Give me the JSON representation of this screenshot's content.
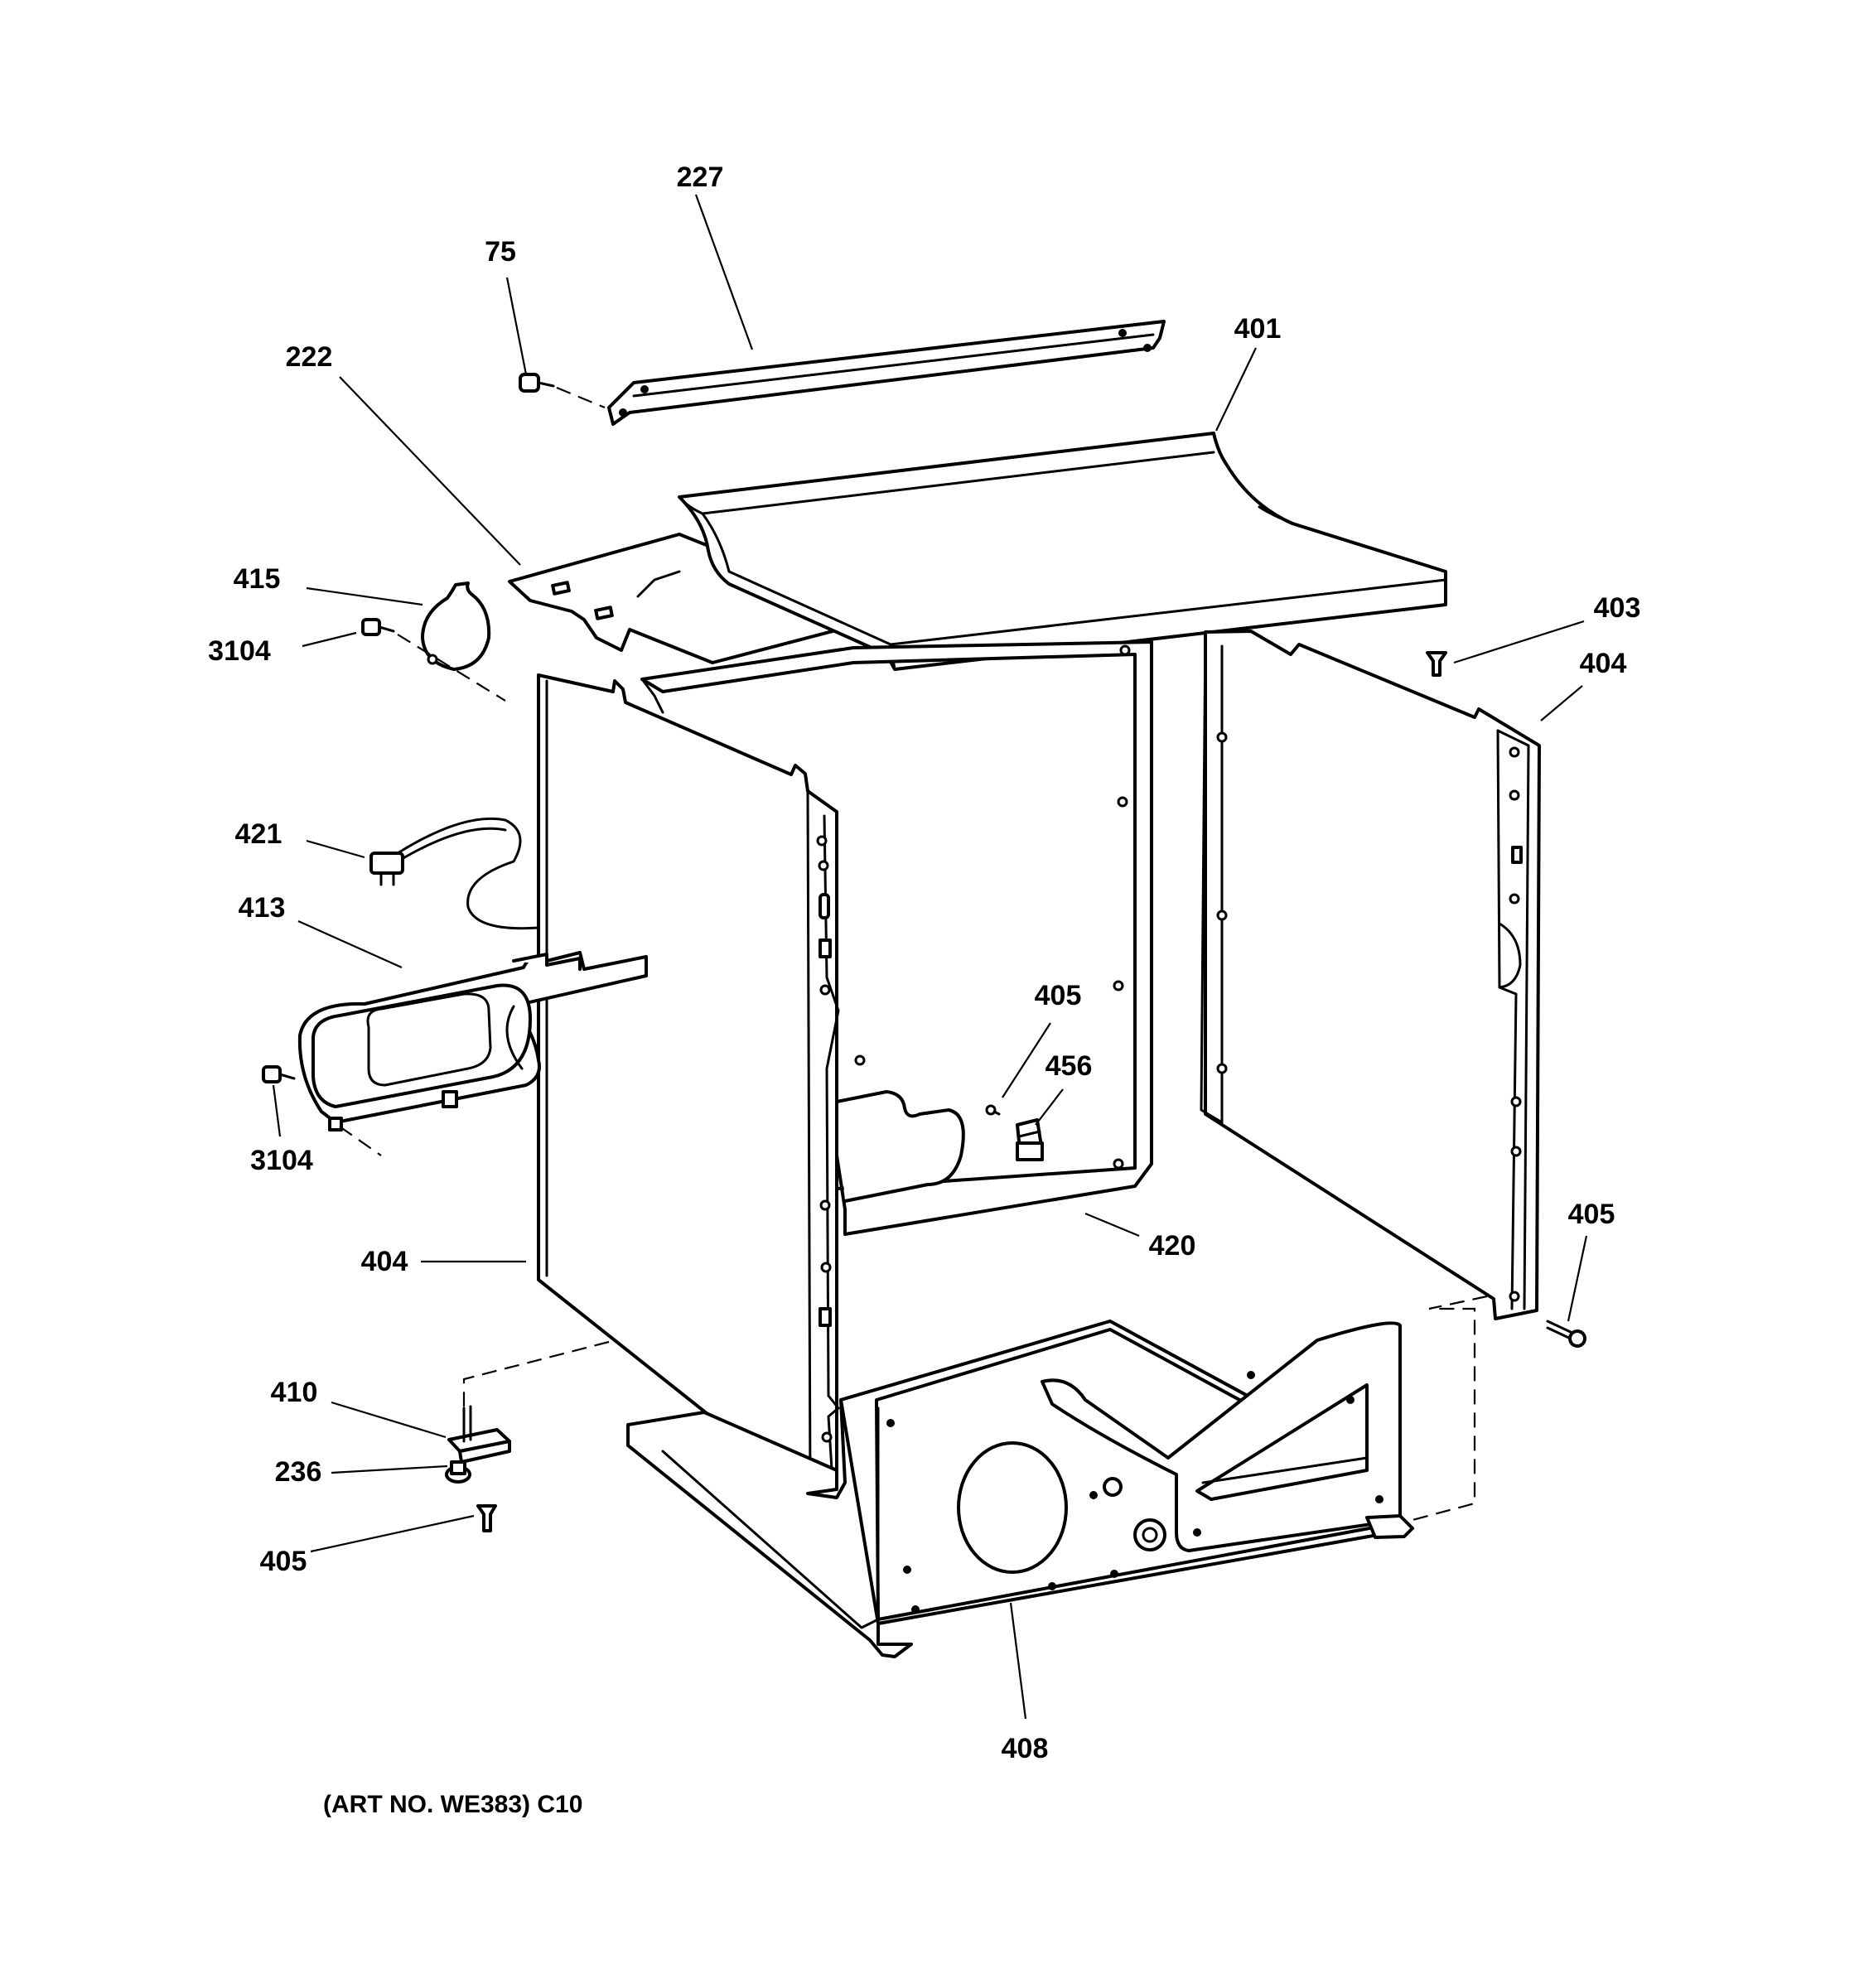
{
  "callouts": {
    "c227": "227",
    "c75": "75",
    "c401": "401",
    "c222": "222",
    "c415": "415",
    "c3104_top": "3104",
    "c403": "403",
    "c404_right": "404",
    "c421": "421",
    "c413": "413",
    "c405_center": "405",
    "c456": "456",
    "c3104_bottom": "3104",
    "c420": "420",
    "c405_right": "405",
    "c404_left": "404",
    "c410": "410",
    "c236": "236",
    "c405_bottom": "405",
    "c408": "408"
  },
  "caption": "(ART NO. WE383) C10"
}
